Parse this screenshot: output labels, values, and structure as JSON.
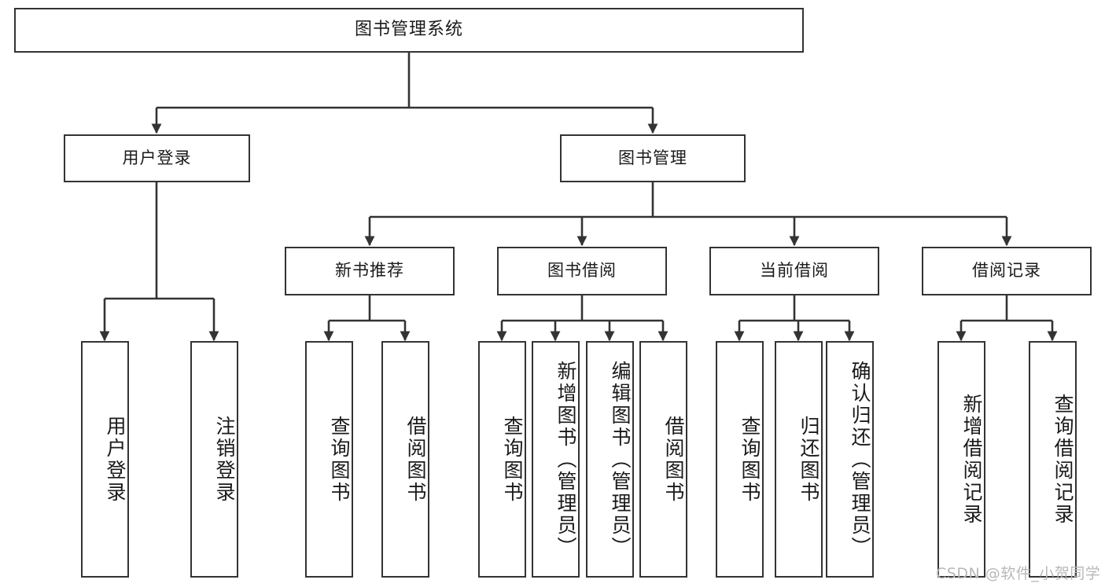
{
  "diagram": {
    "title": "图书管理系统",
    "type": "hierarchy-tree",
    "line_color": "#333333",
    "box_fill": "#ffffff",
    "text_color": "#1a1a1a",
    "watermark": "CSDN @软件_小贺同学",
    "levels": {
      "root": [
        "图书管理系统"
      ],
      "level2": [
        "用户登录",
        "图书管理"
      ],
      "level3": [
        "新书推荐",
        "图书借阅",
        "当前借阅",
        "借阅记录"
      ],
      "leaves": [
        "用户登录",
        "注销登录",
        "查询图书",
        "借阅图书",
        "查询图书",
        "新增图书（管理员）",
        "编辑图书（管理员）",
        "借阅图书",
        "查询图书",
        "归还图书",
        "确认归还（管理员）",
        "新增借阅记录",
        "查询借阅记录"
      ]
    },
    "nodes": {
      "root": {
        "label": "图书管理系统"
      },
      "user_login": {
        "label": "用户登录"
      },
      "book_manage": {
        "label": "图书管理"
      },
      "new_book_rec": {
        "label": "新书推荐"
      },
      "book_borrow": {
        "label": "图书借阅"
      },
      "current_borrow": {
        "label": "当前借阅"
      },
      "borrow_record": {
        "label": "借阅记录"
      },
      "leaf_user_login": {
        "label": "用户登录"
      },
      "leaf_user_logout": {
        "label": "注销登录"
      },
      "leaf_rec_query": {
        "label": "查询图书"
      },
      "leaf_rec_borrow": {
        "label": "借阅图书"
      },
      "leaf_borrow_query": {
        "label": "查询图书"
      },
      "leaf_borrow_add": {
        "label": "新增图书（管理员）"
      },
      "leaf_borrow_edit": {
        "label": "编辑图书（管理员）"
      },
      "leaf_borrow_borrow": {
        "label": "借阅图书"
      },
      "leaf_cur_query": {
        "label": "查询图书"
      },
      "leaf_cur_return": {
        "label": "归还图书"
      },
      "leaf_cur_confirm": {
        "label": "确认归还（管理员）"
      },
      "leaf_rec_add": {
        "label": "新增借阅记录"
      },
      "leaf_rec_search": {
        "label": "查询借阅记录"
      }
    }
  }
}
